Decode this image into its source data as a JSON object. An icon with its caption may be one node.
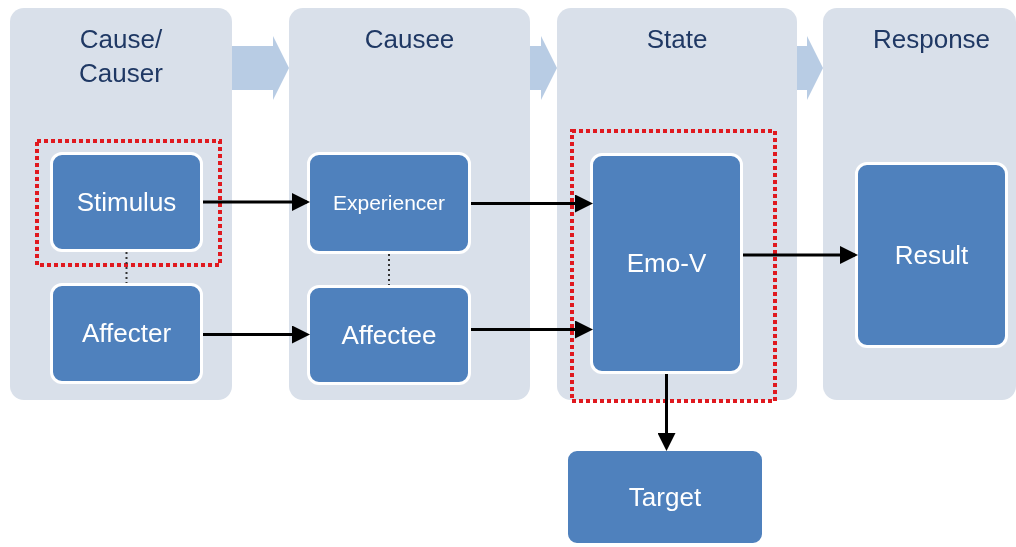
{
  "diagram": {
    "nodes": [
      {
        "text": [
          "Cause/ Causer"
        ]
      },
      {
        "text": [
          "Stimulus"
        ],
        "in": 0
      },
      {
        "text": [
          "Affecter"
        ],
        "in": 0
      },
      {
        "text": [
          "Causee"
        ]
      },
      {
        "text": [
          "Experiencer"
        ],
        "in": 3
      },
      {
        "text": [
          "Affectee"
        ],
        "in": 3
      },
      {
        "text": [
          "State"
        ]
      },
      {
        "text": [
          "Emo-V"
        ],
        "in": 6
      },
      {
        "text": [
          "Response"
        ]
      },
      {
        "text": [
          "Result"
        ],
        "in": 8
      },
      {
        "text": [
          "Target"
        ]
      }
    ],
    "edges": [
      {
        "from": 0,
        "to": 3,
        "arrow": "to",
        "style": "thick",
        "color": "#b8cce4"
      },
      {
        "from": 3,
        "to": 6,
        "arrow": "to",
        "style": "thick",
        "color": "#b8cce4"
      },
      {
        "from": 6,
        "to": 8,
        "arrow": "to",
        "style": "thick",
        "color": "#b8cce4"
      },
      {
        "from": 1,
        "to": 4,
        "arrow": "to"
      },
      {
        "from": 2,
        "to": 5,
        "arrow": "to"
      },
      {
        "from": 4,
        "to": 7,
        "arrow": "to"
      },
      {
        "from": 5,
        "to": 7,
        "arrow": "to"
      },
      {
        "from": 7,
        "to": 9,
        "arrow": "to"
      },
      {
        "from": 7,
        "to": 10,
        "arrow": "to"
      },
      {
        "from": 1,
        "to": 2,
        "arrow": "none",
        "style": "dashed"
      },
      {
        "from": 4,
        "to": 5,
        "arrow": "none",
        "style": "dashed"
      }
    ]
  }
}
